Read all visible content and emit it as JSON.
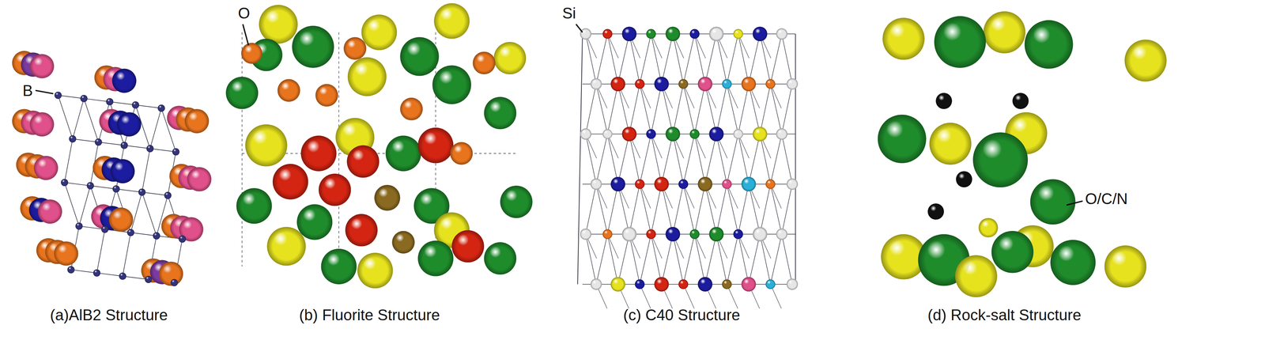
{
  "diagram": {
    "labels": [
      "B",
      "O",
      "Si",
      "O/C/N",
      "(a)AlB2 Structure",
      "(b) Fluorite Structure",
      "(c) C40 Structure",
      "(d) Rock-salt Structure"
    ]
  }
}
